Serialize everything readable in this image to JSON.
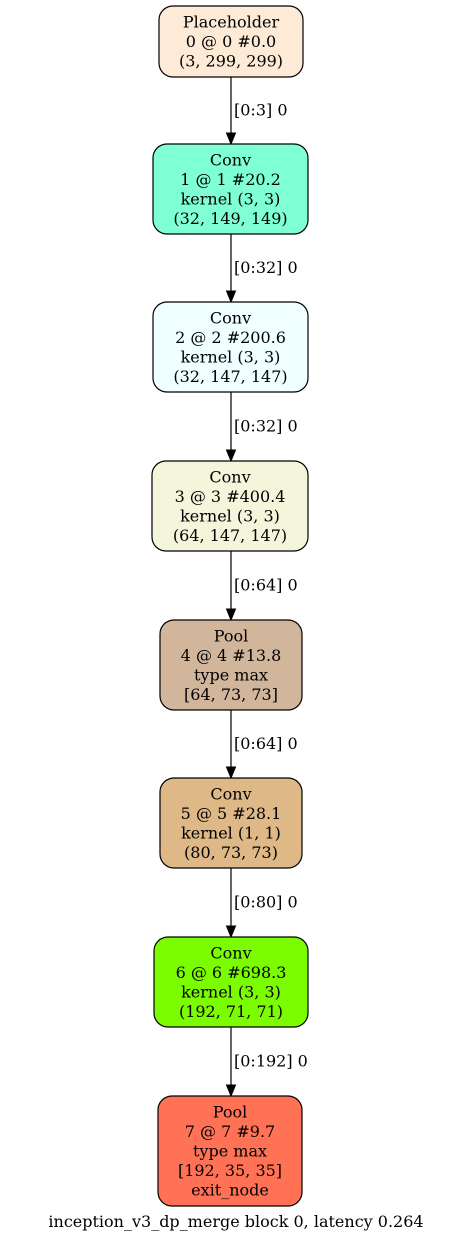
{
  "nodes": [
    {
      "lines": [
        "Placeholder",
        "0 @ 0 #0.0",
        "(3, 299, 299)"
      ],
      "color": "#fdebd7"
    },
    {
      "lines": [
        "Conv",
        "1 @ 1 #20.2",
        "kernel (3, 3)",
        "(32, 149, 149)"
      ],
      "color": "#7fffd4"
    },
    {
      "lines": [
        "Conv",
        "2 @ 2 #200.6",
        "kernel (3, 3)",
        "(32, 147, 147)"
      ],
      "color": "#f0ffff"
    },
    {
      "lines": [
        "Conv",
        "3 @ 3 #400.4",
        "kernel (3, 3)",
        "(64, 147, 147)"
      ],
      "color": "#f5f5dc"
    },
    {
      "lines": [
        "Pool",
        "4 @ 4 #13.8",
        "type max",
        "[64, 73, 73]"
      ],
      "color": "#d2b69c"
    },
    {
      "lines": [
        "Conv",
        "5 @ 5 #28.1",
        "kernel (1, 1)",
        "(80, 73, 73)"
      ],
      "color": "#deb887"
    },
    {
      "lines": [
        "Conv",
        "6 @ 6 #698.3",
        "kernel (3, 3)",
        "(192, 71, 71)"
      ],
      "color": "#7cfc00"
    },
    {
      "lines": [
        "Pool",
        "7 @ 7 #9.7",
        "type max",
        "[192, 35, 35]",
        "exit_node"
      ],
      "color": "#ff7256"
    }
  ],
  "edges": [
    "[0:3] 0",
    "[0:32] 0",
    "[0:32] 0",
    "[0:64] 0",
    "[0:64] 0",
    "[0:80] 0",
    "[0:192] 0"
  ],
  "caption": "inception_v3_dp_merge block 0, latency 0.264"
}
